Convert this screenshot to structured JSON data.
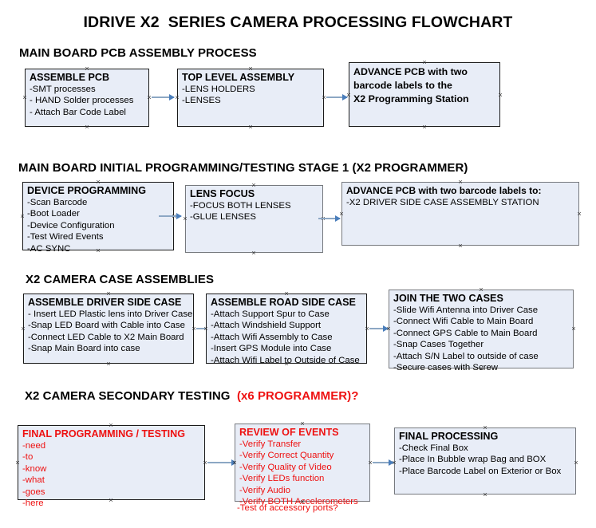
{
  "title": "IDRIVE X2  SERIES CAMERA PROCESSING FLOWCHART",
  "colors": {
    "box_fill": "#e8edf7",
    "box_border_dark": "#1a1a1a",
    "box_border_gray": "#76797e",
    "arrow": "#8ca7c4",
    "arrow_head": "#4a7ebb",
    "red_text": "#ee1111",
    "text": "#000000",
    "background": "#ffffff"
  },
  "sections": [
    {
      "heading": "MAIN BOARD PCB ASSEMBLY PROCESS",
      "heading_suffix": "",
      "boxes": [
        {
          "title": "ASSEMBLE PCB",
          "lines": [
            "-SMT processes",
            "- HAND Solder processes",
            "- Attach Bar Code Label"
          ]
        },
        {
          "title": "TOP LEVEL ASSEMBLY",
          "lines": [
            "-LENS HOLDERS",
            "-LENSES"
          ]
        },
        {
          "title": "ADVANCE PCB with two",
          "lines": [
            "barcode labels to the",
            " X2 Programming Station"
          ]
        }
      ]
    },
    {
      "heading": "MAIN BOARD INITIAL PROGRAMMING/TESTING STAGE 1 (X2 PROGRAMMER)",
      "heading_suffix": "",
      "boxes": [
        {
          "title": "DEVICE PROGRAMMING",
          "lines": [
            "-Scan Barcode",
            "-Boot Loader",
            "-Device Configuration",
            "-Test Wired Events",
            "-AC SYNC"
          ]
        },
        {
          "title": "LENS FOCUS",
          "lines": [
            "-FOCUS BOTH LENSES",
            "-GLUE LENSES"
          ]
        },
        {
          "title": "ADVANCE PCB with two barcode labels to:",
          "lines": [
            "-X2 DRIVER  SIDE  CASE  ASSEMBLY STATION"
          ]
        }
      ]
    },
    {
      "heading": "X2 CAMERA CASE ASSEMBLIES",
      "heading_suffix": "",
      "boxes": [
        {
          "title": "ASSEMBLE DRIVER SIDE CASE",
          "lines": [
            "- Insert LED Plastic lens into Driver Case",
            "-Snap LED Board with Cable into Case",
            "-Connect LED Cable to X2 Main Board",
            "-Snap Main Board into case"
          ]
        },
        {
          "title": "ASSEMBLE ROAD SIDE CASE",
          "lines": [
            "-Attach Support Spur to Case",
            "-Attach Windshield Support",
            "-Attach Wifi Assembly to Case",
            "-Insert GPS Module into Case",
            "-Attach Wifi Label to Outside of Case"
          ]
        },
        {
          "title": "JOIN THE TWO CASES",
          "lines": [
            "-Slide Wifi Antenna into Driver Case",
            "-Connect Wifi Cable to Main Board",
            "-Connect GPS Cable to Main Board",
            "-Snap Cases Together",
            "-Attach S/N Label to outside of case",
            "-Secure cases with Screw"
          ]
        }
      ]
    },
    {
      "heading": "X2 CAMERA SECONDARY TESTING",
      "heading_suffix": "(x6 PROGRAMMER)?",
      "boxes": [
        {
          "title": "FINAL PROGRAMMING / TESTING",
          "lines": [
            "-need",
            "-to",
            "-know",
            "-what",
            "-goes",
            "-here"
          ]
        },
        {
          "title": "REVIEW OF EVENTS",
          "lines": [
            "-Verify Transfer",
            "-Verify Correct Quantity",
            "-Verify Quality of Video",
            "-Verify LEDs function",
            "-Verify Audio",
            "-Verify BOTH Accelerometers"
          ],
          "overflow_line": "-Test of accessory ports?"
        },
        {
          "title": "FINAL PROCESSING",
          "lines": [
            " -Check Final Box",
            "-Place In Bubble wrap Bag and BOX",
            "-Place Barcode Label on Exterior or Box"
          ]
        }
      ]
    }
  ]
}
